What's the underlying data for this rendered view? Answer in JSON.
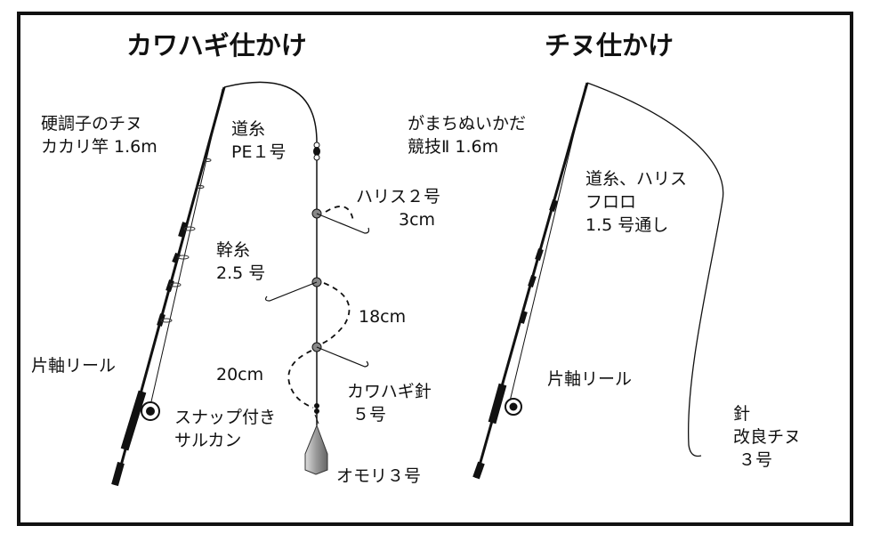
{
  "left_rig": {
    "title": "カワハギ仕かけ",
    "rod": [
      "硬調子のチヌ",
      "カカリ竿 1.6m"
    ],
    "main_line": [
      "道糸",
      "PE１号"
    ],
    "leader": [
      "ハリス２号",
      "3cm"
    ],
    "trunk_line": [
      "幹糸",
      "2.5 号"
    ],
    "spacing_1": "18cm",
    "spacing_2": "20cm",
    "reel": "片軸リール",
    "hook": [
      "カワハギ針",
      "５号"
    ],
    "swivel": [
      "スナップ付き",
      "サルカン"
    ],
    "sinker": "オモリ３号"
  },
  "right_rig": {
    "title": "チヌ仕かけ",
    "rod": [
      "がまちぬいかだ",
      "競技Ⅱ 1.6m"
    ],
    "line": [
      "道糸、ハリス",
      "フロロ",
      "1.5 号通し"
    ],
    "reel": "片軸リール",
    "hook": [
      "針",
      "改良チヌ",
      "３号"
    ]
  }
}
